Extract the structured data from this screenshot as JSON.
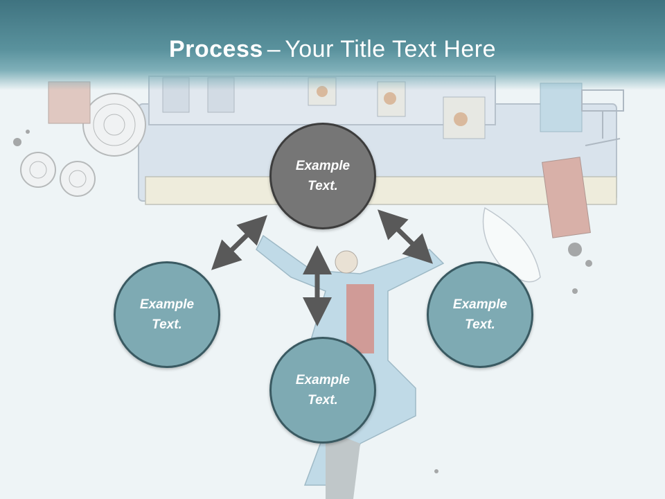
{
  "title": {
    "bold": "Process",
    "separator": "–",
    "rest": "Your Title Text Here"
  },
  "nodes": {
    "top": {
      "line1": "Example",
      "line2": "Text."
    },
    "left": {
      "line1": "Example",
      "line2": "Text."
    },
    "bottom": {
      "line1": "Example",
      "line2": "Text."
    },
    "right": {
      "line1": "Example",
      "line2": "Text."
    }
  },
  "colors": {
    "teal_node": "#7eaab3",
    "grey_node": "#767676",
    "arrow": "#595959",
    "title_bar": "#3f7380"
  }
}
